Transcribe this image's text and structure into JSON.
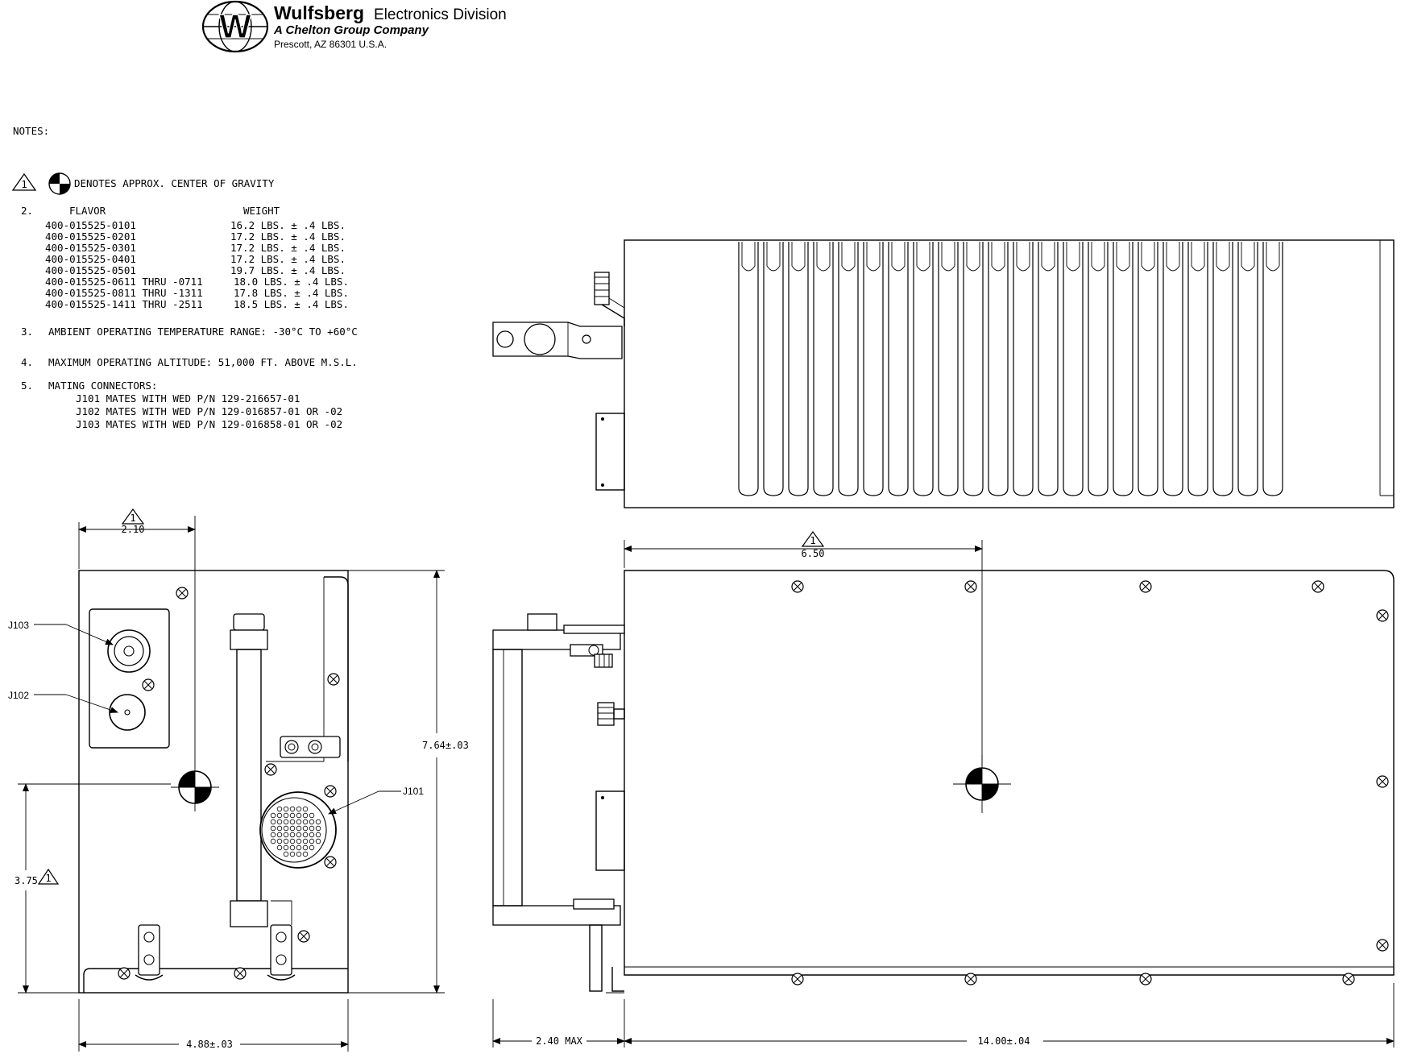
{
  "header": {
    "company": "Wulfsberg",
    "division": "Electronics Division",
    "subtitle": "A Chelton Group Company",
    "address": "Prescott, AZ  86301  U.S.A.",
    "logo_letter": "W"
  },
  "notes": {
    "heading": "NOTES:",
    "note1_num": "1",
    "note1_text": "DENOTES APPROX. CENTER OF GRAVITY",
    "note2_num": "2.",
    "flavor_header": "FLAVOR",
    "weight_header": "WEIGHT",
    "flavors": [
      {
        "part": "400-015525-0101",
        "weight": "16.2 LBS. ± .4 LBS."
      },
      {
        "part": "400-015525-0201",
        "weight": "17.2 LBS. ± .4 LBS."
      },
      {
        "part": "400-015525-0301",
        "weight": "17.2 LBS. ± .4 LBS."
      },
      {
        "part": "400-015525-0401",
        "weight": "17.2 LBS. ± .4 LBS."
      },
      {
        "part": "400-015525-0501",
        "weight": "19.7 LBS. ± .4 LBS."
      },
      {
        "part": "400-015525-0611  THRU  -0711",
        "weight": "18.0 LBS. ± .4 LBS."
      },
      {
        "part": "400-015525-0811  THRU  -1311",
        "weight": "17.8 LBS. ± .4 LBS."
      },
      {
        "part": "400-015525-1411  THRU  -2511",
        "weight": "18.5 LBS. ± .4 LBS."
      }
    ],
    "note3_num": "3.",
    "note3_text": "AMBIENT OPERATING TEMPERATURE RANGE:   -30°C TO +60°C",
    "note4_num": "4.",
    "note4_text": "MAXIMUM OPERATING ALTITUDE:   51,000 FT. ABOVE M.S.L.",
    "note5_num": "5.",
    "note5_text": "MATING CONNECTORS:",
    "connectors": [
      "J101   MATES WITH WED P/N 129-216657-01",
      "J102   MATES WITH WED P/N 129-016857-01 OR -02",
      "J103   MATES WITH WED P/N 129-016858-01 OR -02"
    ]
  },
  "front_view": {
    "dim_top": "2.10",
    "dim_height": "7.64±.03",
    "dim_left": "3.75",
    "dim_width": "4.88±.03",
    "flag_num": "1",
    "label_j103": "J103",
    "label_j102": "J102",
    "label_j101": "J101"
  },
  "side_view": {
    "dim_top": "6.50",
    "dim_left": "2.40  MAX",
    "dim_length": "14.00±.04",
    "flag_num": "1"
  },
  "top_view": {
    "fin_count": 22
  }
}
